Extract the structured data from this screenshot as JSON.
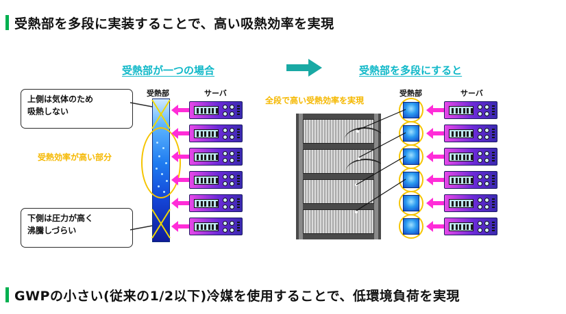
{
  "headline_top": "受熱部を多段に実装することで、高い吸熱効率を実現",
  "headline_bottom": "GWPの小さい(従来の1/2以下)冷媒を使用することで、低環境負荷を実現",
  "left_section": {
    "title": "受熱部が一つの場合",
    "receiver_label": "受熱部",
    "server_label": "サーバ",
    "callout_top": [
      "上側は気体のため",
      "吸熱しない"
    ],
    "high_efficiency_label": "受熱効率が高い部分",
    "callout_bottom": [
      "下側は圧力が高く",
      "沸騰しづらい"
    ]
  },
  "right_section": {
    "title": "受熱部を多段にすると",
    "receiver_label": "受熱部",
    "server_label": "サーバ",
    "all_stage_label": "全段で高い受熱効率を実現"
  },
  "colors": {
    "accent_green": "#00b050",
    "title_cyan": "#10b8c8",
    "highlight_yellow": "#f5c400",
    "arrow_magenta": "#ff2cd8",
    "arrow_teal": "#19a9a4"
  }
}
